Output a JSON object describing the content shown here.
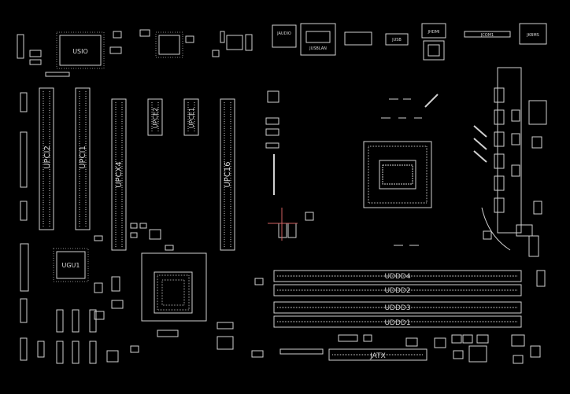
{
  "labels": {
    "usio": "USIO",
    "ugu1": "UGU1",
    "upci2": "UPCI2",
    "upci1": "UPCI1",
    "upcx4": "UPCX4",
    "upce2": "UPCE2",
    "upce1": "UPCE1",
    "upc16": "UPC16",
    "jaudio": "JAUDIO",
    "jusblan": "JUSBLAN",
    "jhdmi": "JHDMI",
    "jusb": "JUSB",
    "jcom": "JCOM1",
    "jkbms": "JKBMS",
    "uddd4": "UDDD4",
    "uddd2": "UDDD2",
    "uddd3": "UDDD3",
    "uddd1": "UDDD1",
    "jatx": "JATX"
  },
  "colors": {
    "background": "#000000",
    "outline": "#d0d0d0",
    "marker": "#d06060"
  }
}
